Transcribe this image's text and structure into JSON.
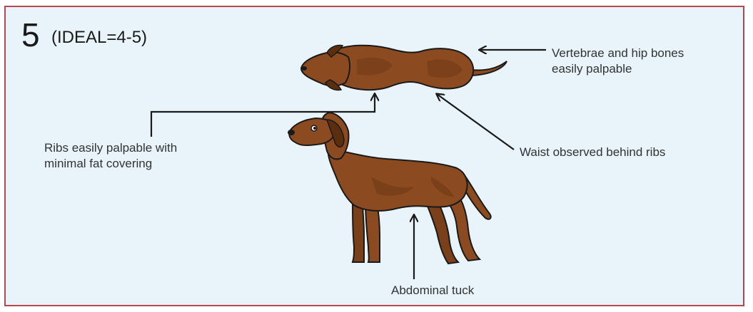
{
  "score": {
    "number": "5",
    "ideal": "(IDEAL=4-5)"
  },
  "labels": {
    "vertebrae": [
      "Vertebrae and hip bones",
      "easily palpable"
    ],
    "ribs": [
      "Ribs easily palpable with",
      "minimal fat covering"
    ],
    "waist": "Waist observed behind ribs",
    "abdominal_tuck": "Abdominal tuck"
  },
  "colors": {
    "panel_background": "#e8f4fa",
    "border": "#b04a4e",
    "dog_fill": "#8b4a1f",
    "dog_shade": "#5c2e10",
    "outline": "#1a1a1a"
  }
}
